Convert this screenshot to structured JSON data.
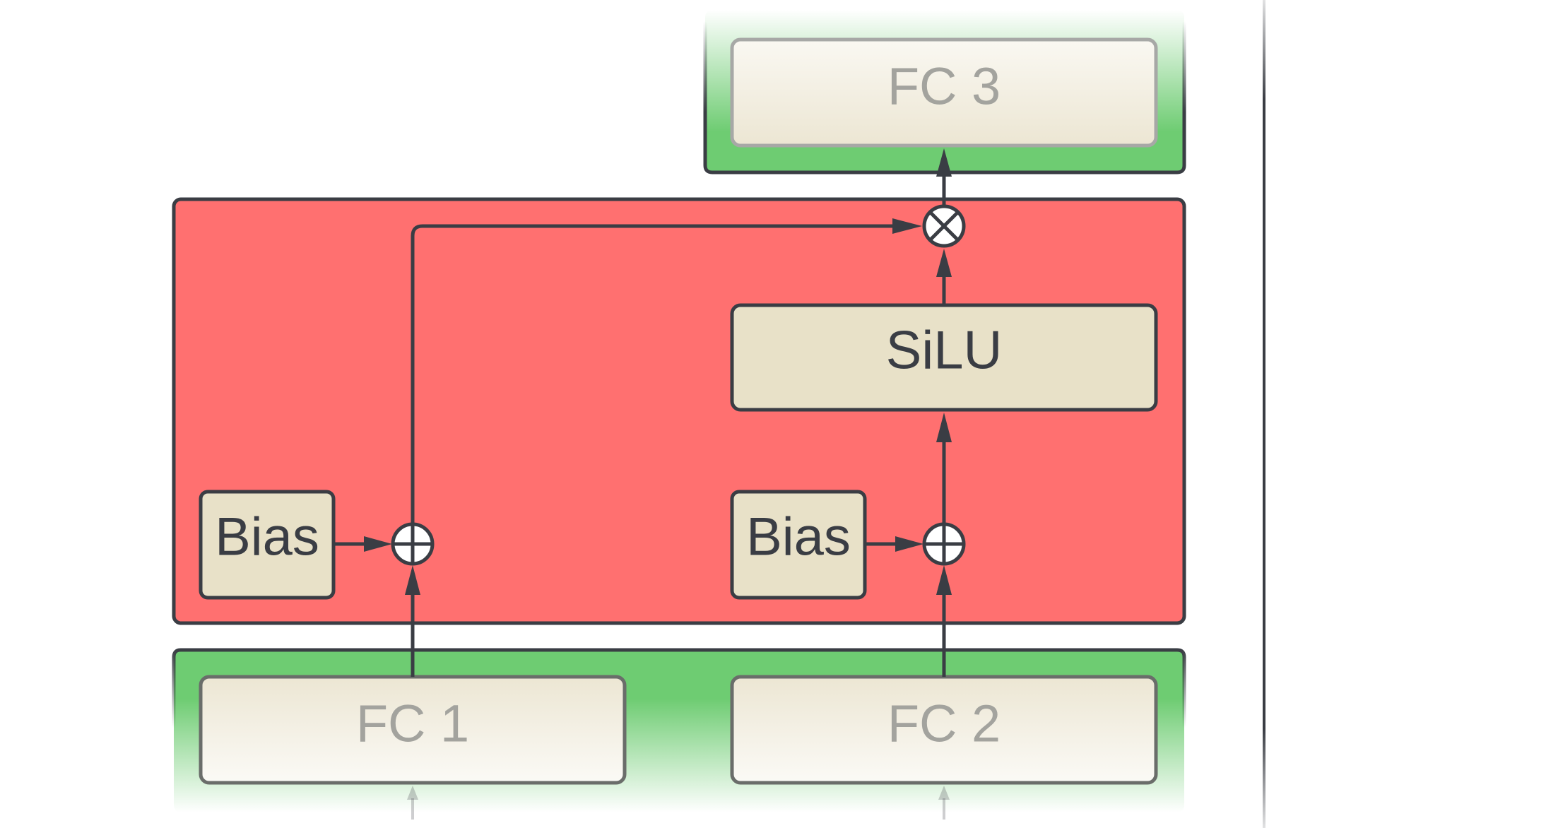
{
  "blocks": {
    "fc1": "FC 1",
    "fc2": "FC 2",
    "fc3": "FC 3",
    "silu": "SiLU",
    "bias_left": "Bias",
    "bias_right": "Bias"
  },
  "operators": {
    "add_left": "add-icon",
    "add_right": "add-icon",
    "multiply": "multiply-icon"
  },
  "colors": {
    "gated_block": "#ff7070",
    "fc_group": "#6ecc72",
    "module_fill": "#e8e1c8",
    "stroke": "#3a3d44"
  }
}
